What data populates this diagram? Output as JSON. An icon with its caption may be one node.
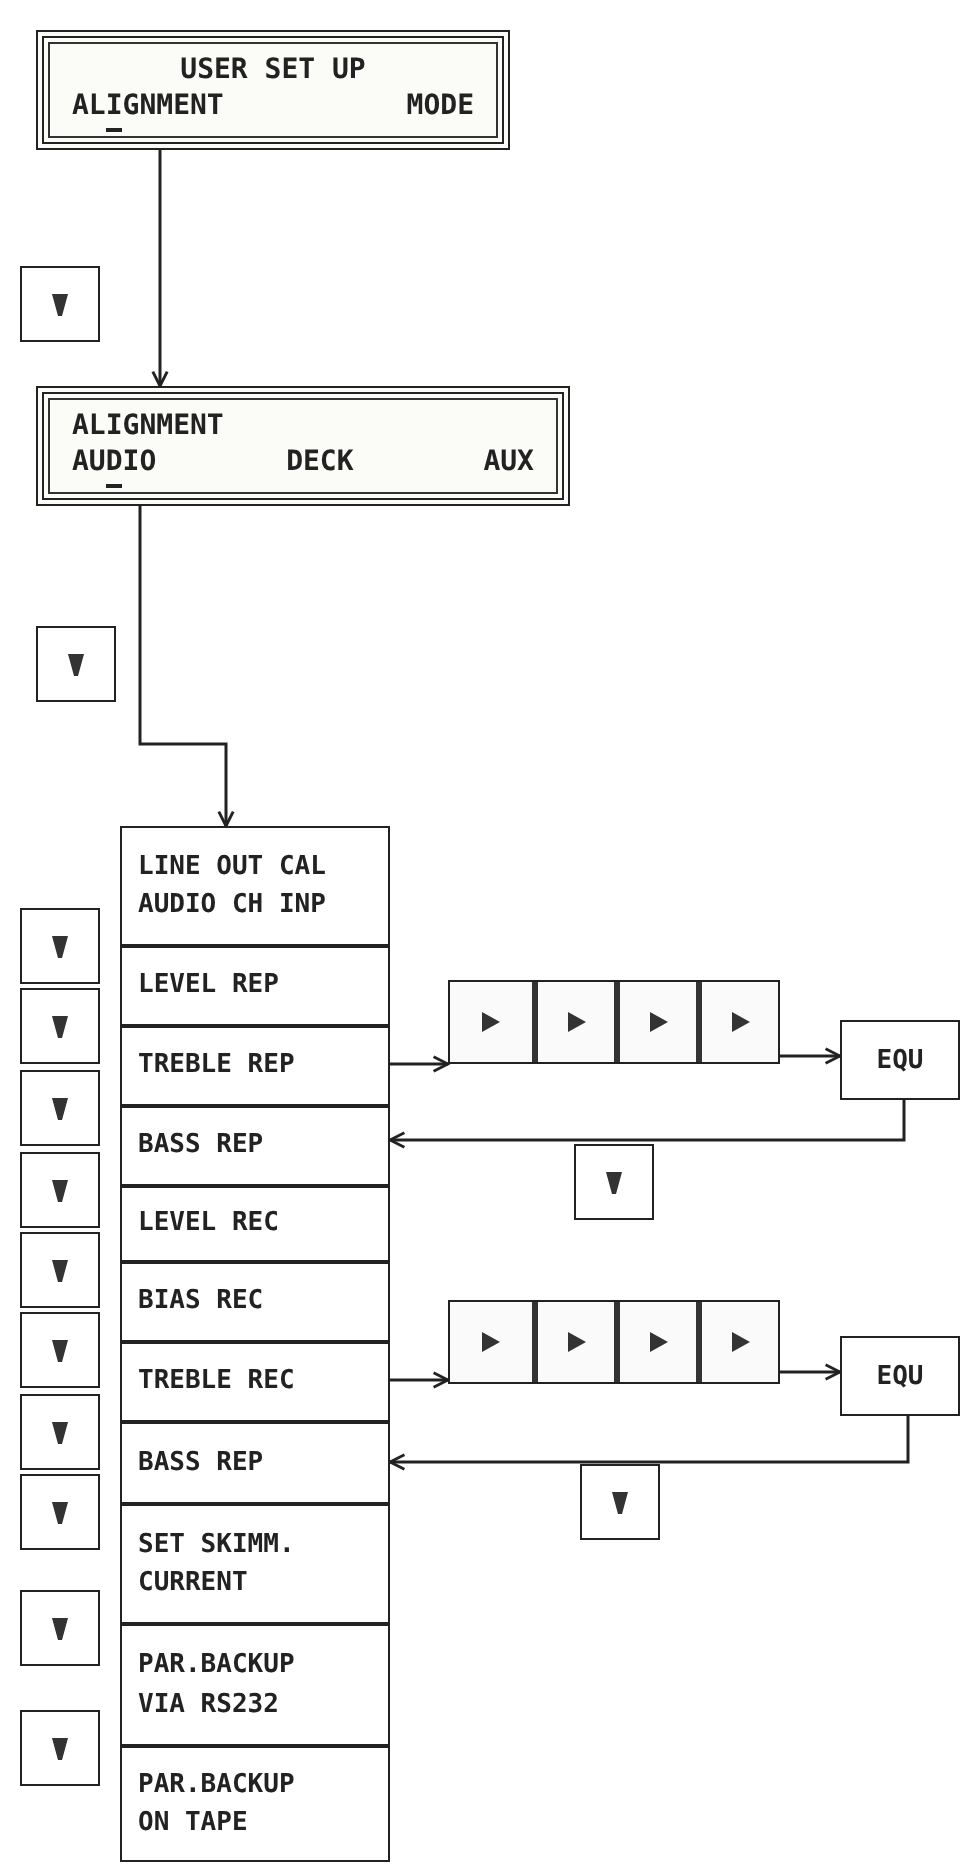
{
  "diagram": {
    "nodes": [
      {
        "text": [
          "USER SET UP",
          "ALIGNMENT",
          "MODE"
        ]
      },
      {
        "text": [
          "ALIGNMENT",
          "AUDIO",
          "DECK",
          "AUX"
        ]
      },
      {
        "text": [
          "LINE OUT CAL",
          "AUDIO CH INP"
        ]
      },
      {
        "text": [
          "LEVEL REP"
        ]
      },
      {
        "text": [
          "TREBLE REP"
        ]
      },
      {
        "text": [
          "BASS REP"
        ]
      },
      {
        "text": [
          "LEVEL REC"
        ]
      },
      {
        "text": [
          "BIAS REC"
        ]
      },
      {
        "text": [
          "TREBLE REC"
        ]
      },
      {
        "text": [
          "BASS REP"
        ]
      },
      {
        "text": [
          "SET SKIMM. CURRENT"
        ]
      },
      {
        "text": [
          "PAR.BACKUP VIA RS232"
        ]
      },
      {
        "text": [
          "PAR.BACKUP ON TAPE"
        ]
      },
      {
        "text": [],
        "shape": "box"
      },
      {
        "text": [
          "EQU"
        ]
      },
      {
        "text": [],
        "shape": "box"
      },
      {
        "text": [
          "EQU"
        ]
      }
    ],
    "edges": [
      {
        "from": 0,
        "to": 1,
        "arrow": "to"
      },
      {
        "from": 1,
        "to": 2,
        "arrow": "to"
      },
      {
        "from": 4,
        "to": 13,
        "arrow": "to"
      },
      {
        "from": 13,
        "to": 14,
        "arrow": "to"
      },
      {
        "from": 14,
        "to": 5,
        "arrow": "to"
      },
      {
        "from": 8,
        "to": 15,
        "arrow": "to"
      },
      {
        "from": 15,
        "to": 16,
        "arrow": "to"
      },
      {
        "from": 16,
        "to": 9,
        "arrow": "to"
      }
    ]
  }
}
